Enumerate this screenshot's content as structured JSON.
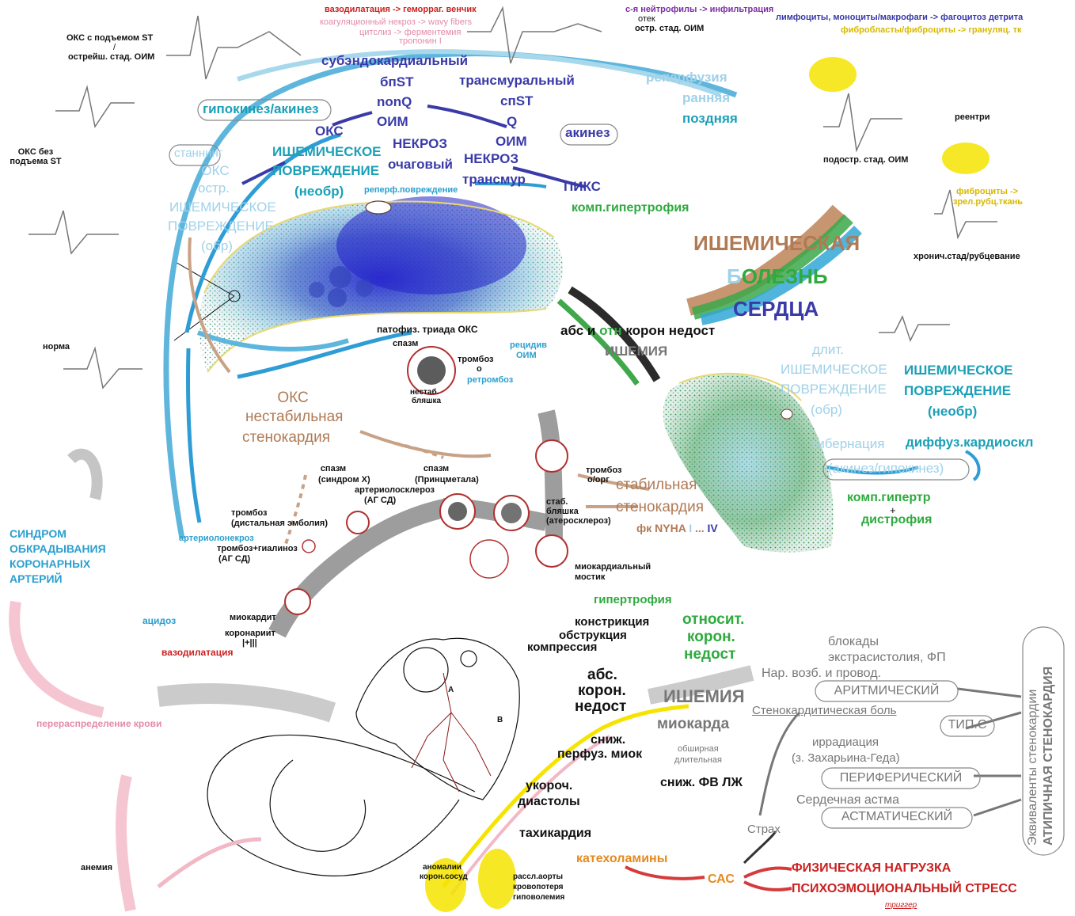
{
  "top": {
    "ecg_stemi": "ОКС с подъемом ST",
    "slash": "/",
    "ecg_acute": "острейш. стад. ОИМ",
    "nstemi": "ОКС без подъема ST",
    "norm": "норма",
    "vasodil": "вазодилатация -> геморраг. венчик",
    "coag": "коагуляционный некроз -> wavy fibers",
    "cytolysis": "цитслиз -> ферментемия",
    "troponin": "тропонин I",
    "neutro": "с-я нейтрофилы -> инфильтрация",
    "edema": "отек",
    "acute_stage": "остр. стад. ОИМ",
    "lympho": "лимфоциты, моноциты/макрофаги -> фагоцитоз детрита",
    "fibro": "фибробласты/фиброциты -> грануляц. тк",
    "reentry": "реентри",
    "subacute": "подостр. стад. ОИМ",
    "fibrocytes": "фиброциты ->",
    "mature_scar": "зрел.рубц.ткань",
    "chronic": "хронич.стад/рубцевание"
  },
  "upper": {
    "subendo": "субэндокардиальный",
    "bpST": "бпST",
    "nonQ": "nonQ",
    "oim1": "ОИМ",
    "transmural": "трансмуральный",
    "cpST": "спST",
    "q": "Q",
    "oim2": "ОИМ",
    "hypokinesis": "гипокинез/акинез",
    "stunning": "станнинг",
    "oks": "ОКС",
    "isch_damage": "ИШЕМИЧЕСКОЕ",
    "povrezhdenie": "ПОВРЕЖДЕНИЕ",
    "neobr": "(необр)",
    "necrosis1": "НЕКРОЗ",
    "focal": "очаговый",
    "necrosis2": "НЕКРОЗ",
    "transmur2": "трансмур",
    "akinesis": "акинез",
    "piks": "ПИКС",
    "reperfusion": "реперфузия",
    "early": "ранняя",
    "late": "поздняя",
    "reperf_damage": "реперф.повреждение",
    "comp_hypertrophy": "комп.гипертрофия",
    "oks_ostr": "ОКС",
    "ostr": "остр.",
    "isch2": "ИШЕМИЧЕСКОЕ",
    "povr2": "ПОВРЕЖДЕНИЕ",
    "obr": "(обр)"
  },
  "title": {
    "line1": "ИШЕМИЧЕСКАЯ",
    "line2_b": "Б",
    "line2_rest": "ОЛЕЗНЬ",
    "line3": "СЕРДЦА"
  },
  "middle": {
    "triad": "патофиз. триада ОКС",
    "spasm": "спазм",
    "thrombus": "тромбоз",
    "o": "о",
    "recidiv": "рецидив",
    "oim": "ОИМ",
    "rethrombus": "ретромбоз",
    "unstable1": "нестаб.",
    "unstable2": "бляшка",
    "oks": "ОКС",
    "unstable_angina1": "нестабильная",
    "unstable_angina2": "стенокардия",
    "abs_rel_a": "абс и ",
    "abs_rel_b": "отн",
    "abs_rel_c": " корон недост",
    "ischemia": "ИШЕМИЯ",
    "long1": "длит.",
    "long2": "ИШЕМИЧЕСКОЕ",
    "long3": "ПОВРЕЖДЕНИЕ",
    "long4": "(обр)",
    "irrev1": "ИШЕМИЧЕСКОЕ",
    "irrev2": "ПОВРЕЖДЕНИЕ",
    "irrev3": "(необр)",
    "hibernation": "гибернация",
    "diffuse": "диффуз.кардиоскл",
    "akin_hypo": "(акинез/гипокинез)",
    "comp_hyp2": "комп.гипертр",
    "plus": "+",
    "dystrophy": "дистрофия"
  },
  "vessels": {
    "spasm_x1": "спазм",
    "spasm_x2": "(синдром Х)",
    "spasm_p1": "спазм",
    "spasm_p2": "(Принцметала)",
    "arteriolo1": "артериолосклероз",
    "arteriolo2": "(АГ СД)",
    "thromb_d1": "тромбоз",
    "thromb_d2": "(дистальная эмболия)",
    "arterionecr": "артериолонекроз",
    "thromb_h1": "тромбоз+гиалиноз",
    "thromb_h2": "(АГ СД)",
    "stab1": "стаб.",
    "stab2": "бляшка",
    "stab3": "(атеросклероз)",
    "thromb_o1": "тромбоз",
    "thromb_o2": "о/орг",
    "stable1": "стабильная",
    "stable2": "стенокардия",
    "fk_a": "фк NYHA ",
    "fk_b": "I",
    "fk_c": " ... ",
    "fk_d": "IV",
    "bridge1": "миокардиальный",
    "bridge2": "мостик",
    "myocarditis": "миокардит",
    "coronaritis": "коронариит",
    "ii_iii": "|+|||",
    "steal1": "СИНДРОМ",
    "steal2": "ОБКРАДЫВАНИЯ",
    "steal3": "КОРОНАРНЫХ",
    "steal4": "АРТЕРИЙ",
    "acidosis": "ацидоз",
    "vasodil2": "вазодилатация",
    "redistrib": "перераспределение крови",
    "hypertrophy": "гипертрофия",
    "rel1": "относит.",
    "rel2": "корон.",
    "rel3": "недост",
    "constr": "констрикция",
    "obstr": "обструкция",
    "compr": "компрессия",
    "abs1": "абс.",
    "abs2": "корон.",
    "abs3": "недост",
    "a_label": "A",
    "b_label": "B"
  },
  "bottom": {
    "ischemia": "ИШЕМИЯ",
    "myocard": "миокарда",
    "reduce_perf1": "сниж.",
    "reduce_perf2": "перфуз. миок",
    "extensive1": "обширная",
    "extensive2": "длительная",
    "fv": "сниж. ФВ ЛЖ",
    "short1": "укороч.",
    "short2": "диастолы",
    "tachy": "тахикардия",
    "catechol": "катехоламины",
    "sas": "САС",
    "phys": "ФИЗИЧЕСКАЯ НАГРУЗКА",
    "psych": "ПСИХОЭМОЦИОНАЛЬНЫЙ СТРЕСС",
    "trigger": "триггер",
    "fear": "Страх",
    "anomaly1": "аномалии",
    "anomaly2": "корон.сосуд",
    "aorta1": "рассл.аорты",
    "aorta2": "кровопотеря",
    "aorta3": "гиповолемия",
    "anemia": "анемия"
  },
  "right": {
    "blocks": "блокады",
    "extrasys": "экстрасистолия, ФП",
    "conduct": "Нар. возб. и провод.",
    "arrhythmic": "АРИТМИЧЕСКИЙ",
    "angina_pain": "Стенокардитическая боль",
    "typ": "ТИП.С",
    "irradiation": "иррадиация",
    "zones": "(з. Захарьина-Геда)",
    "peripheral": "ПЕРИФЕРИЧЕСКИЙ",
    "asthma": "Сердечная астма",
    "asthmatic": "АСТМАТИЧЕСКИЙ",
    "atypical": "АТИПИЧНАЯ СТЕНОКАРДИЯ",
    "equivalents": "Эквиваленты стенокардии"
  },
  "colors": {
    "blue_dark": "#3a3aa8",
    "light_blue": "#8ccbe4",
    "brown": "#b07a55",
    "green": "#2eaa3e",
    "red": "#cc2020",
    "yellow": "#f5e400",
    "pink": "#f2b8c6",
    "gray": "#9a9a9a"
  }
}
